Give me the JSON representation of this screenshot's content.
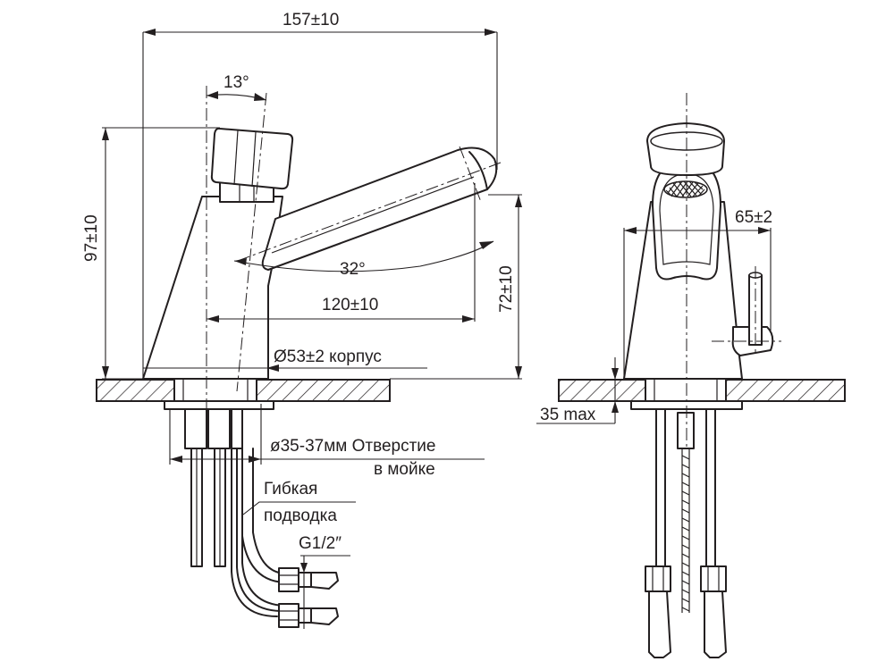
{
  "labels": {
    "overall_length": "157±10",
    "button_angle": "13°",
    "total_height": "97±10",
    "spout_angle": "32°",
    "spout_reach": "120±10",
    "spout_height": "72±10",
    "body_diameter": "Ø53±2 корпус",
    "hole_line1": "ø35-37мм Отверстие",
    "hole_line2": "в мойке",
    "hose_line1": "Гибкая",
    "hose_line2": "подводка",
    "thread": "G1/2″",
    "lever_width": "65±2",
    "max_thickness": "35 max"
  },
  "colors": {
    "line": "#231f20",
    "background": "#ffffff"
  }
}
